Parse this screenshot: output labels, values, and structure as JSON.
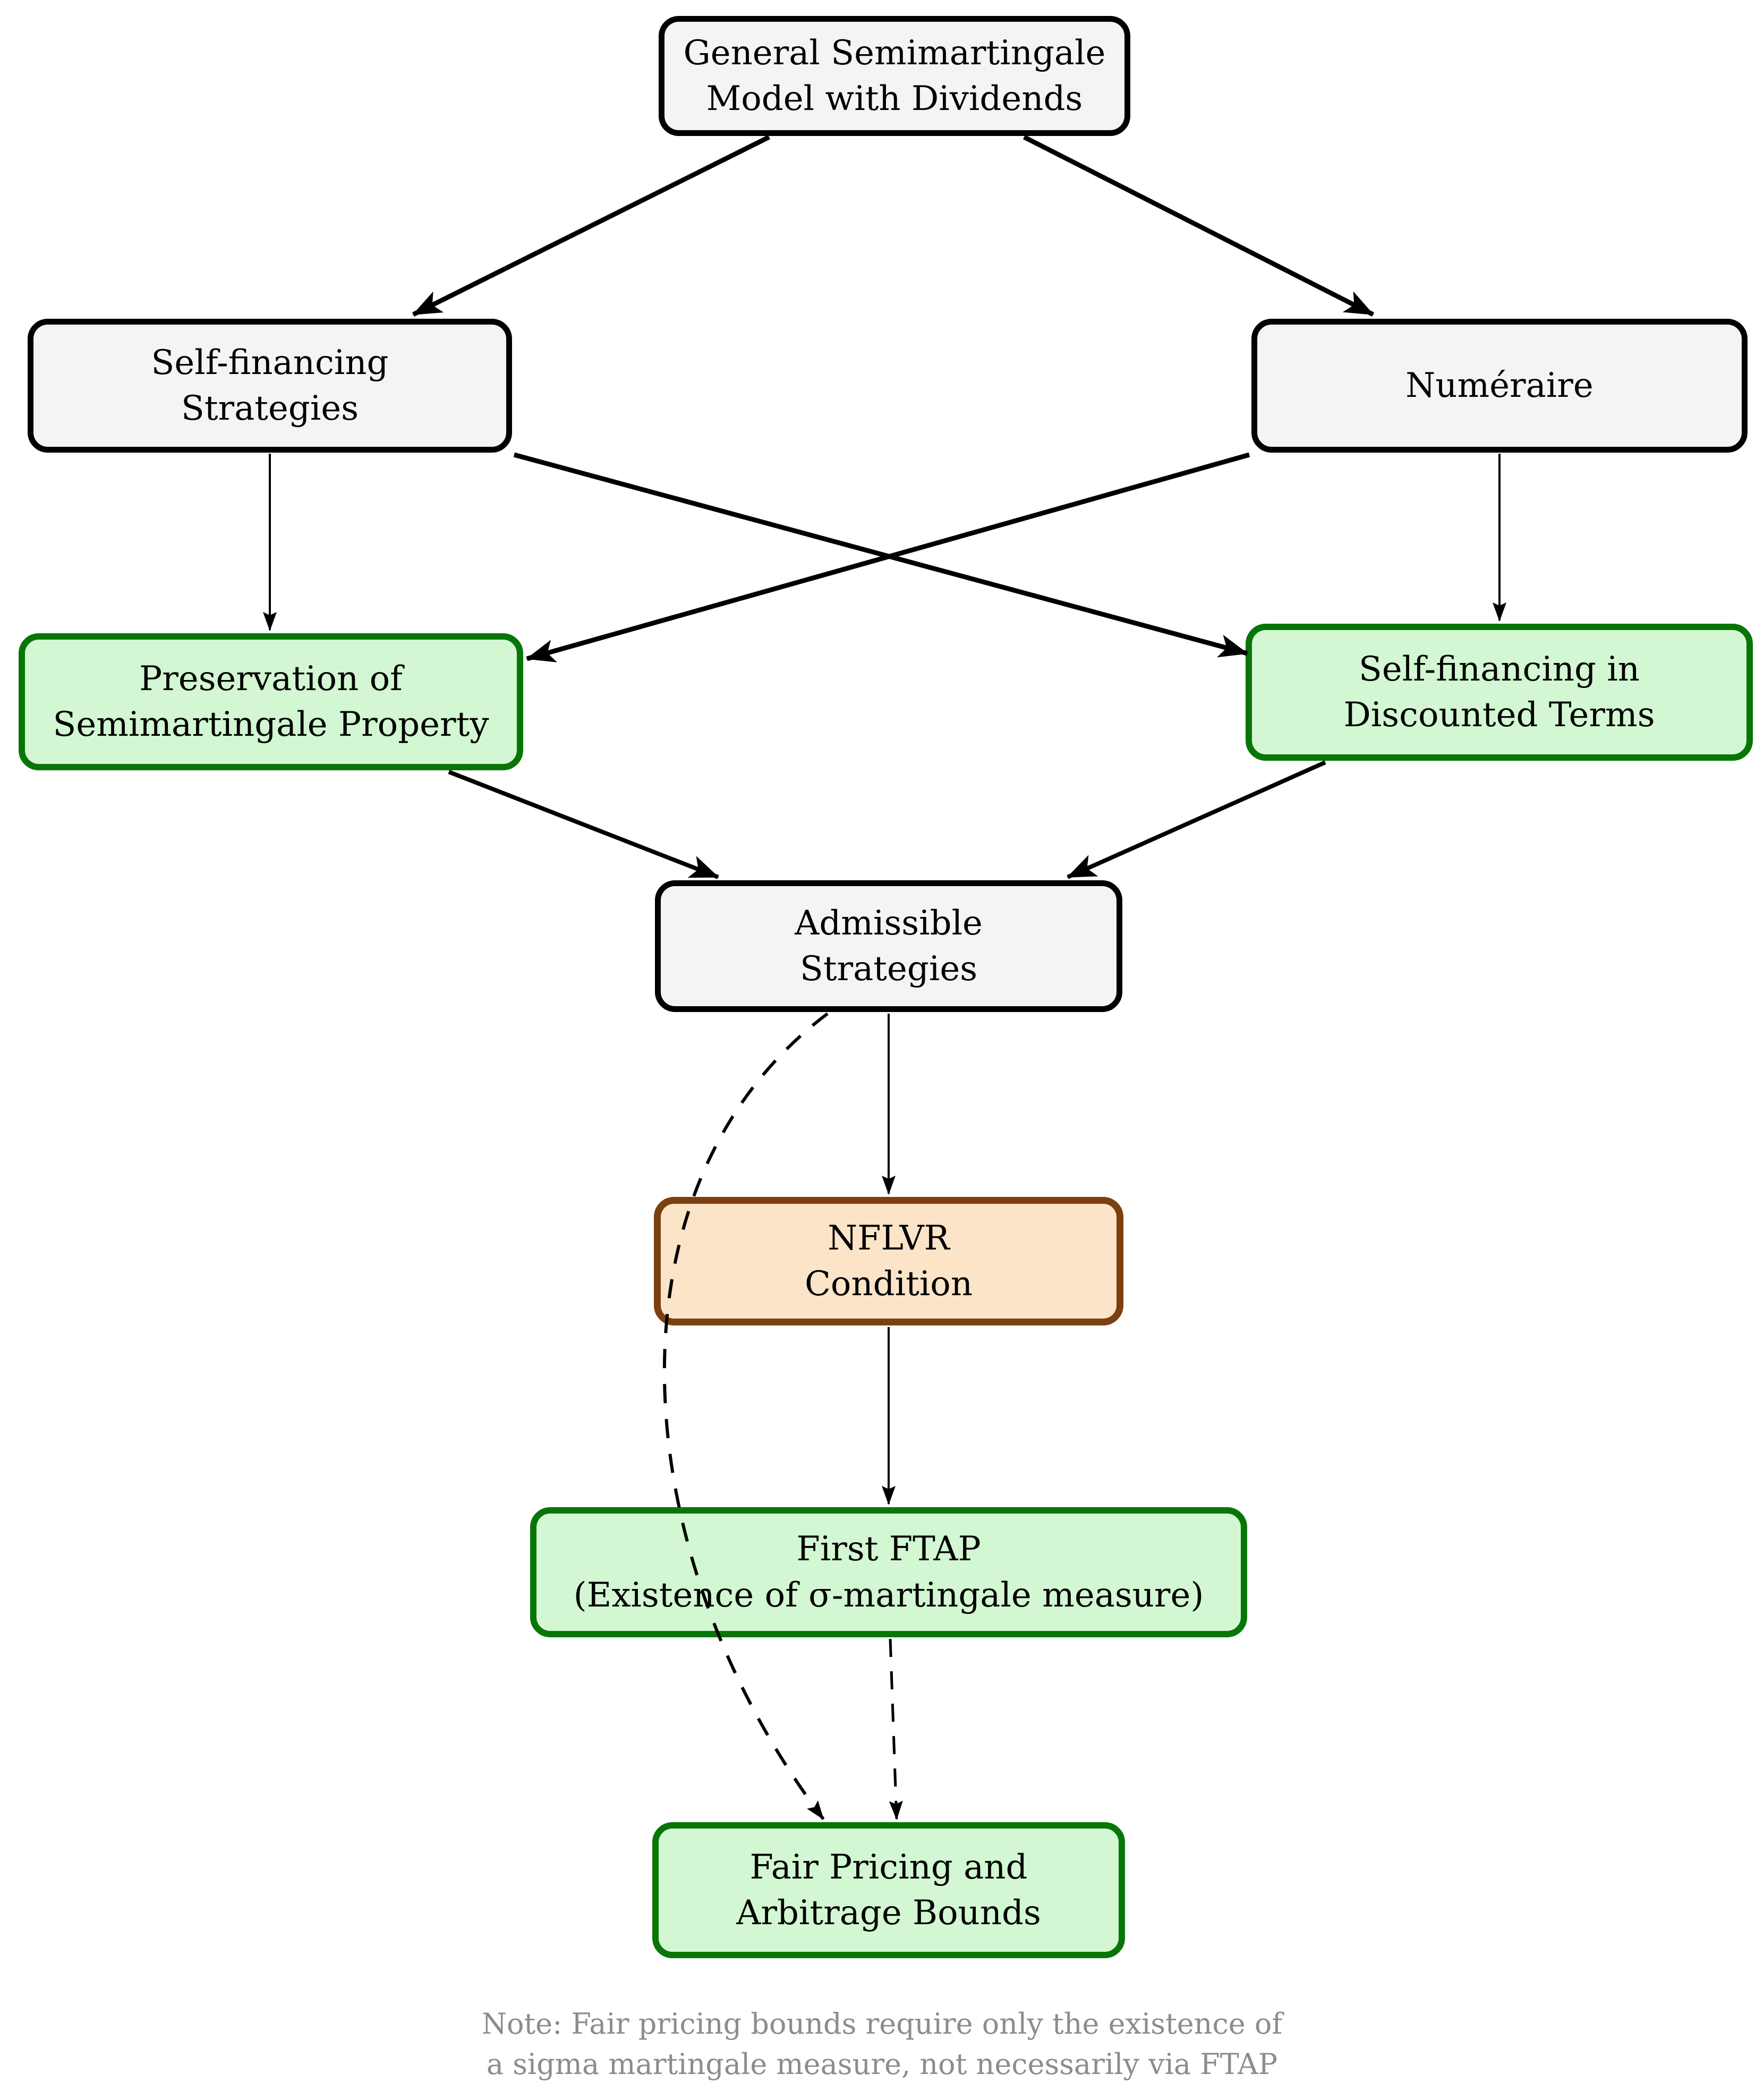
{
  "diagram_title": "Semimartingale model flowchart",
  "nodes": {
    "model": {
      "line1": "General Semimartingale",
      "line2": "Model with Dividends",
      "style": "gray"
    },
    "selffinancing": {
      "line1": "Self-financing",
      "line2": "Strategies",
      "style": "gray"
    },
    "numeraire": {
      "line1": "Numéraire",
      "style": "gray"
    },
    "preservation": {
      "line1": "Preservation of",
      "line2": "Semimartingale Property",
      "style": "green"
    },
    "discounted": {
      "line1": "Self-financing in",
      "line2": "Discounted Terms",
      "style": "green"
    },
    "admissible": {
      "line1": "Admissible",
      "line2": "Strategies",
      "style": "gray"
    },
    "nflvr": {
      "line1": "NFLVR",
      "line2": "Condition",
      "style": "orange"
    },
    "ftap": {
      "line1": "First FTAP",
      "line2": "(Existence of σ-martingale measure)",
      "style": "green"
    },
    "fairpricing": {
      "line1": "Fair Pricing and",
      "line2": "Arbitrage Bounds",
      "style": "green"
    }
  },
  "note": {
    "line1": "Note: Fair pricing bounds require only the existence of",
    "line2": "a sigma martingale measure, not necessarily via FTAP"
  },
  "edges": [
    "model to self-financing strategies",
    "model to numeraire",
    "self-financing strategies to preservation of semimartingale property",
    "numeraire to self-financing in discounted terms",
    "self-financing strategies to self-financing in discounted terms",
    "numeraire to preservation of semimartingale property",
    "preservation of semimartingale property to admissible strategies",
    "self-financing in discounted terms to admissible strategies",
    "admissible strategies to nflvr condition",
    "nflvr condition to first ftap",
    "first ftap to fair pricing (dashed)",
    "admissible strategies to fair pricing (dashed bypass curve)"
  ],
  "colors": {
    "background": "#ffffff",
    "gray_fill": "#f4f4f4",
    "gray_border": "#000000",
    "green_fill": "#d2f7d2",
    "green_border": "#077607",
    "orange_fill": "#fce4c8",
    "orange_border": "#7c3f10",
    "edge": "#000000",
    "note_text": "#8c8c8c"
  }
}
